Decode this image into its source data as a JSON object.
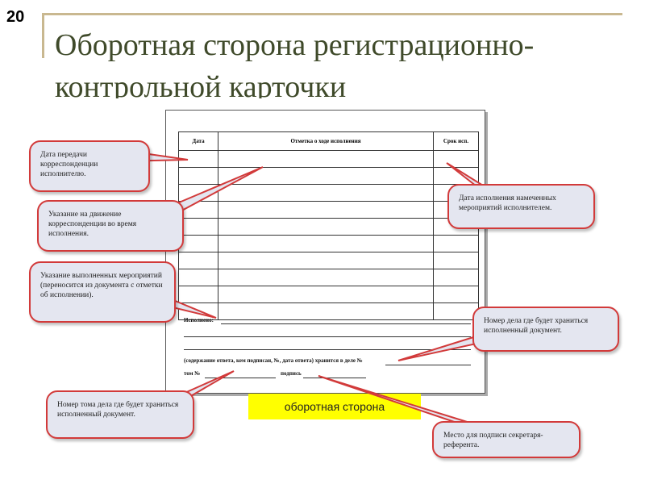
{
  "slide": {
    "number": "20",
    "title": "Оборотная сторона регистрационно-контрольной карточки"
  },
  "document": {
    "columns": [
      "Дата",
      "Отметка о ходе исполнения",
      "Срок исп."
    ],
    "executed_label": "Исполнено:",
    "filed_text": "(содержание ответа, кем подписан, №, дата ответа) хранится в деле №",
    "volume_label": "том №",
    "signature_label": "подпись"
  },
  "caption": "оборотная сторона",
  "callouts": {
    "transfer_date": "Дата передачи корреспонденции исполнителю.",
    "movement": "Указание на движение корреспонденции во время исполнения.",
    "completed_measures": "Указание выполненных мероприятий (переносится из документа с отметки об исполнении).",
    "execution_date": "Дата исполнения намеченных мероприятий исполнителем.",
    "case_number": "Номер дела где будет храниться исполненный документ.",
    "volume_number": "Номер тома дела где будет храниться исполненный документ.",
    "signature_place": "Место для подписи секретаря-референта."
  },
  "colors": {
    "callout_border": "#d23a3a",
    "callout_fill": "#e4e6f0",
    "caption_bg": "#ffff00",
    "title": "#3f4a2a",
    "accent": "#c9b890"
  }
}
